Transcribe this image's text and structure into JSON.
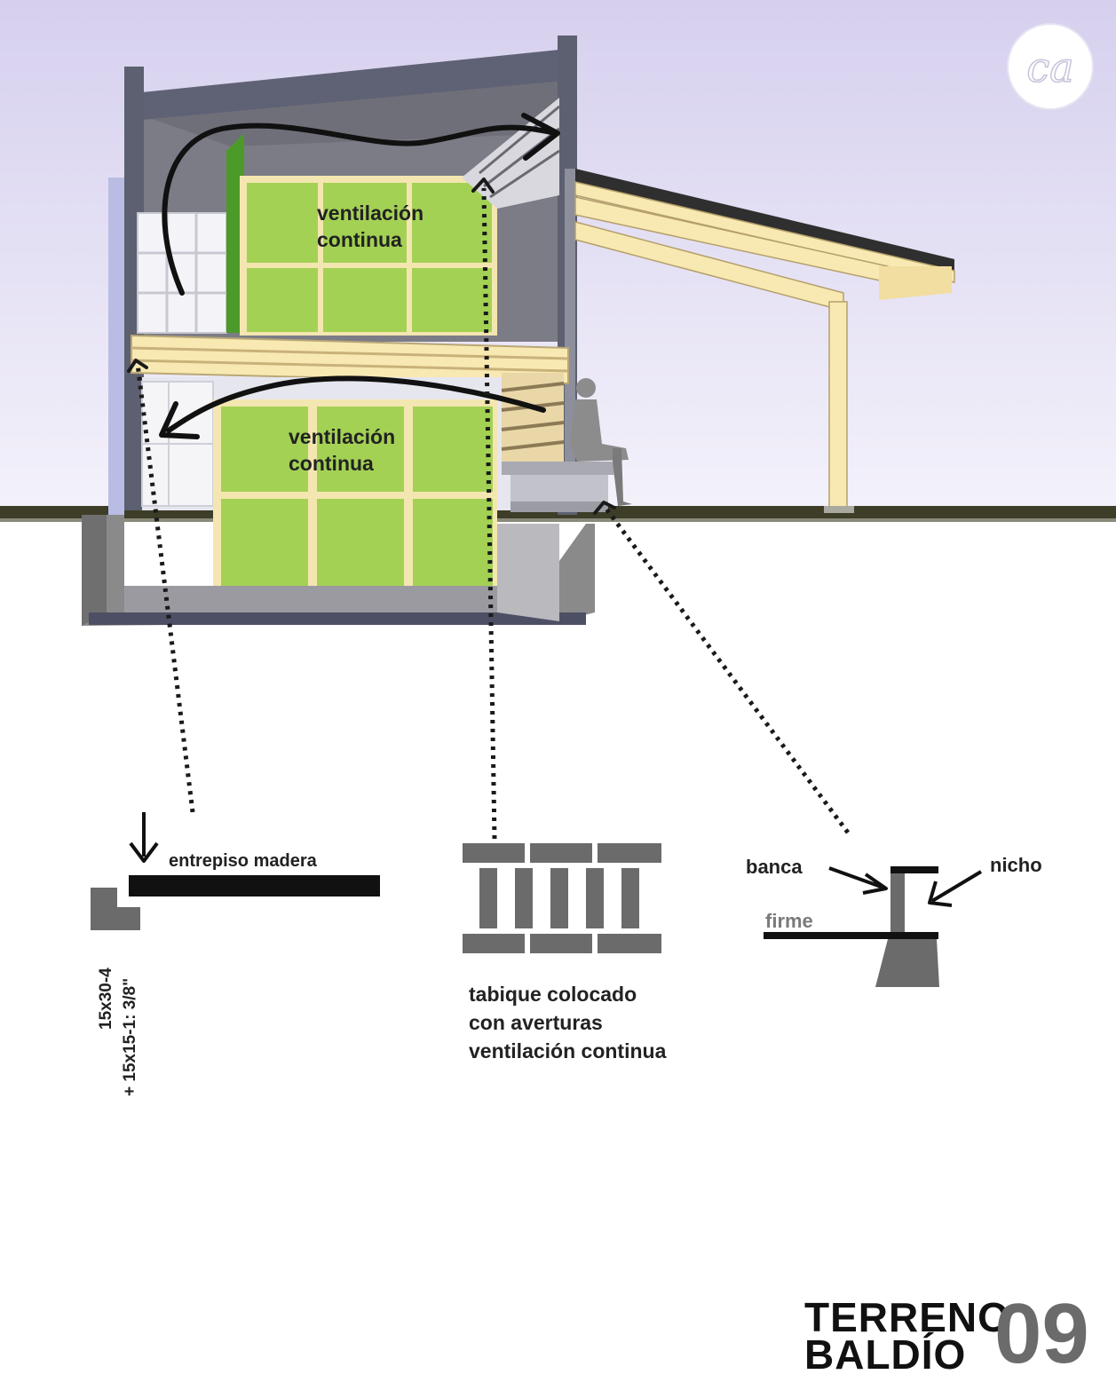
{
  "logo": {
    "text": "ca"
  },
  "section_labels": {
    "upper_room": [
      "ventilación",
      "continua"
    ],
    "lower_room": [
      "ventilación",
      "continua"
    ]
  },
  "details": {
    "floor": {
      "label": "entrepiso madera",
      "dimension_lines": [
        "15x30-4",
        "+ 15x15-1: 3/8\""
      ]
    },
    "wall": {
      "caption_lines": [
        "tabique colocado",
        "con averturas",
        "ventilación continua"
      ]
    },
    "bench": {
      "left_label": "banca",
      "right_label": "nicho",
      "base_label": "firme"
    }
  },
  "title": {
    "line1": "TERRENO",
    "line2": "BALDÍO",
    "number": "09"
  },
  "colors": {
    "sky_top": "#d9d3ef",
    "sky_bottom": "#f3f1fb",
    "panel_green": "#a3d154",
    "timber": "#f8e9b3",
    "concrete": "#8a8a8a",
    "ground": "#3f3f2a",
    "title_number": "#6b6b6b"
  }
}
